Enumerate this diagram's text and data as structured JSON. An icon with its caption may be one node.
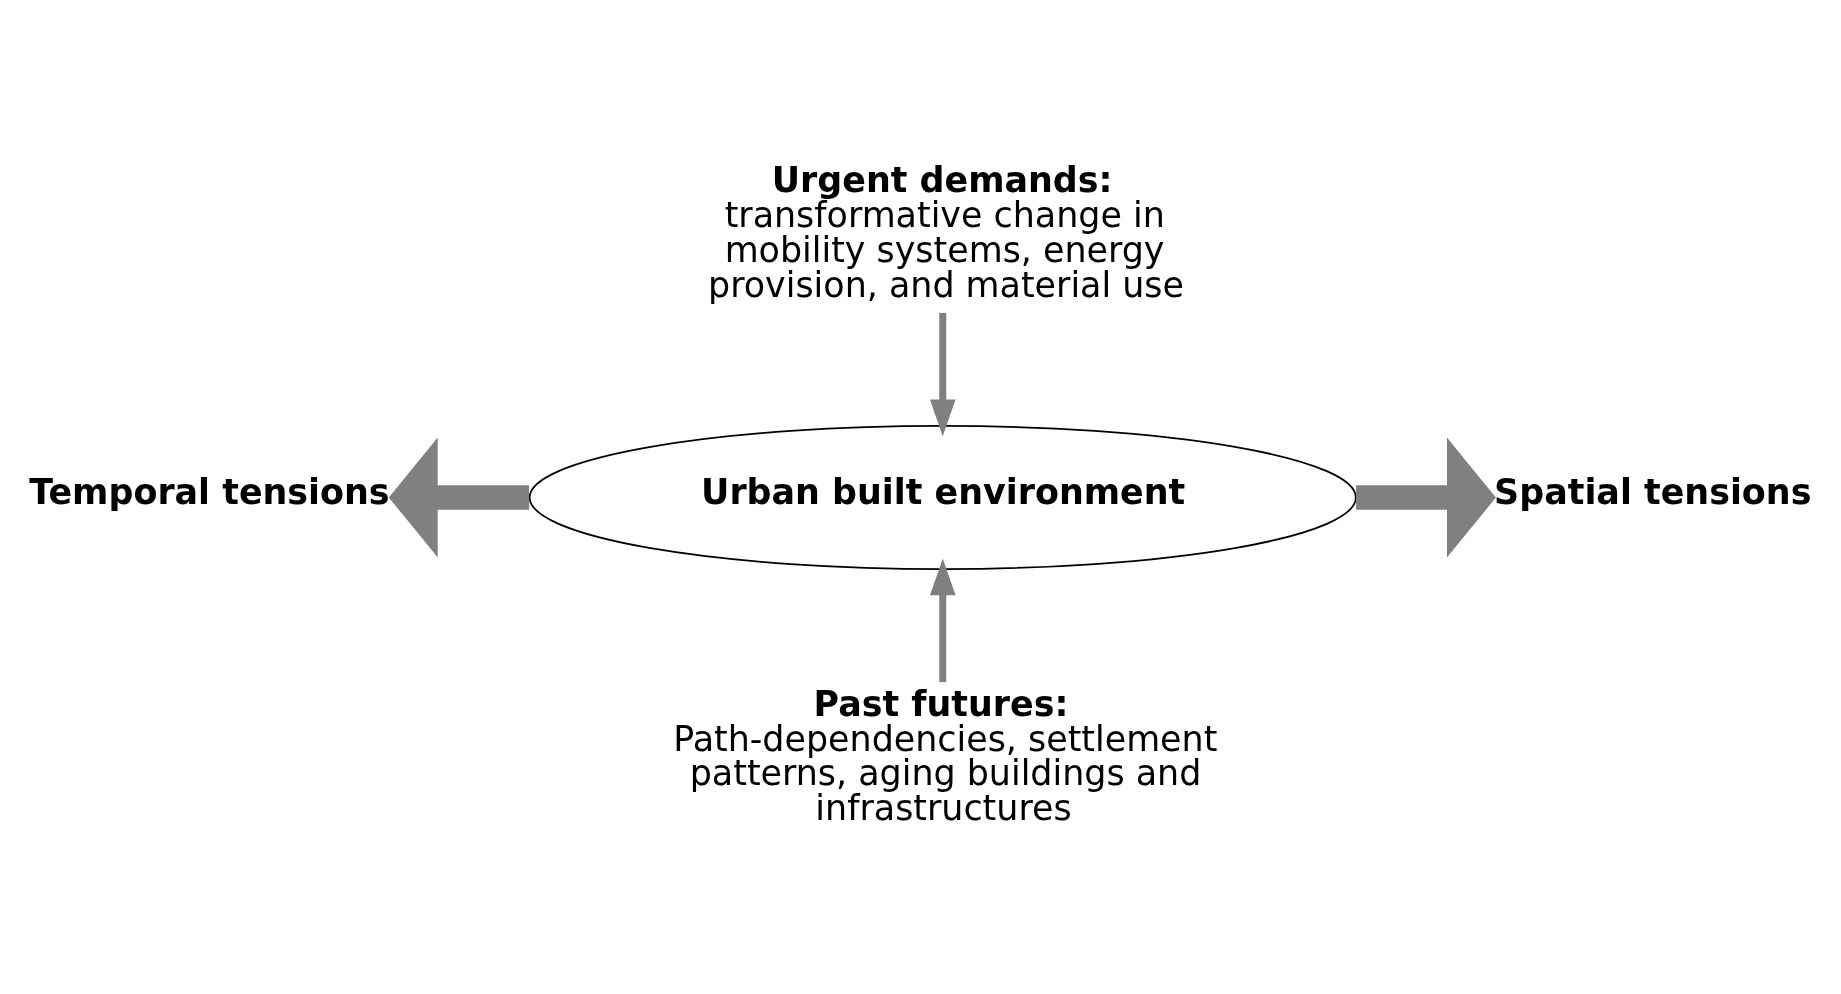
{
  "diagram": {
    "nodes": [
      {
        "text": [
          "Urban built environment"
        ]
      },
      {
        "text": [
          "Urgent demands:",
          "transformative change in mobility systems, energy provision, and material use"
        ]
      },
      {
        "text": [
          "Past futures:",
          "Path-dependencies, settlement patterns, aging buildings and infrastructures"
        ]
      },
      {
        "text": [
          "Temporal tensions"
        ]
      },
      {
        "text": [
          "Spatial tensions"
        ]
      }
    ],
    "edges": [
      {
        "from": 1,
        "to": 0,
        "arrow": "to"
      },
      {
        "from": 2,
        "to": 0,
        "arrow": "to"
      },
      {
        "from": 0,
        "to": 3,
        "arrow": "to",
        "style": "thick"
      },
      {
        "from": 0,
        "to": 4,
        "arrow": "to",
        "style": "thick"
      }
    ]
  }
}
